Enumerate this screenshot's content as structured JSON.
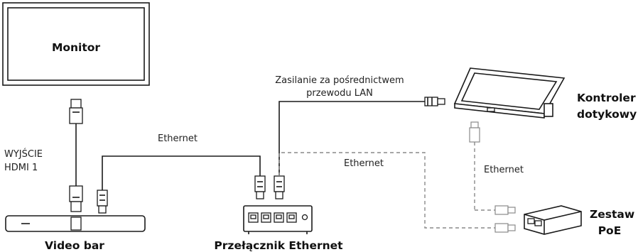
{
  "devices": {
    "monitor": "Monitor",
    "video_bar": "Video bar",
    "switch": "Przełącznik Ethernet",
    "touch_controller": [
      "Kontroler",
      "dotykowy"
    ],
    "poe_kit": [
      "Zestaw",
      "PoE"
    ]
  },
  "connections": {
    "hdmi_label": [
      "WYJŚCIE",
      "HDMI 1"
    ],
    "ethernet_videobar": "Ethernet",
    "poe_label": [
      "Zasilanie za pośrednictwem",
      "przewodu LAN"
    ],
    "ethernet_dashed": "Ethernet",
    "ethernet_controller": "Ethernet"
  }
}
